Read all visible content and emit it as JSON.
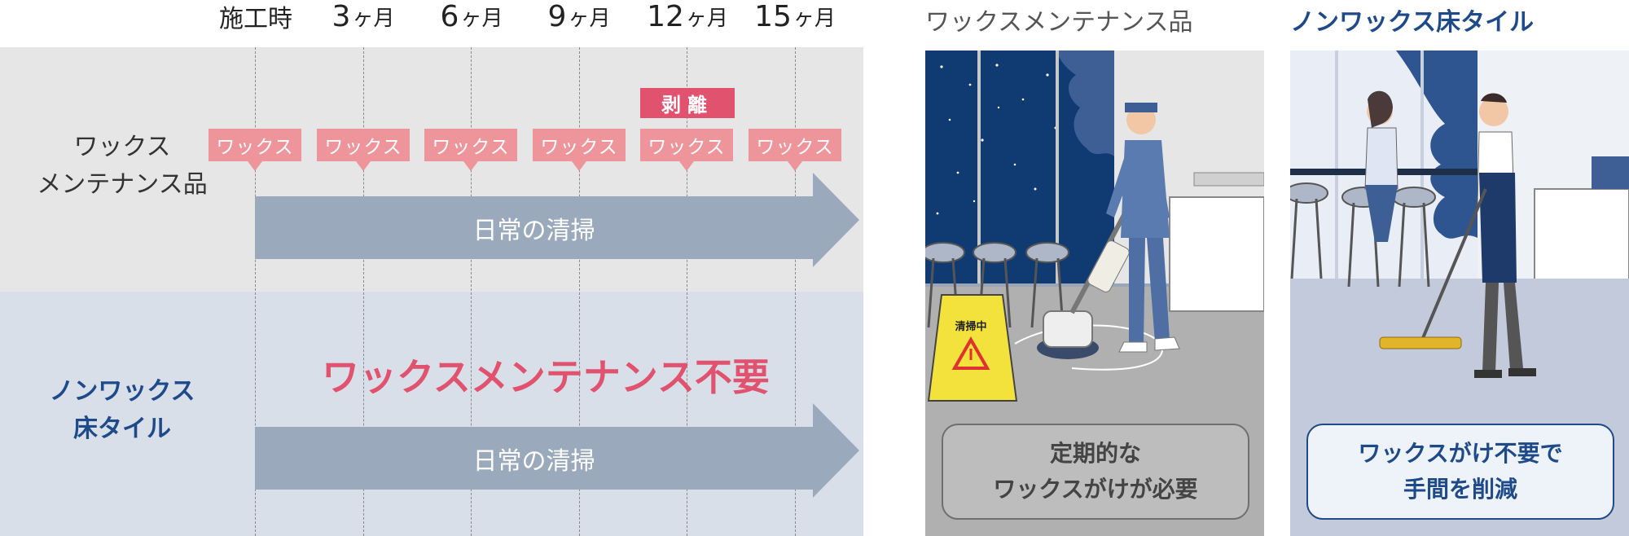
{
  "timeline": {
    "headers": [
      {
        "num": "",
        "unit": "施工時"
      },
      {
        "num": "3",
        "unit": "ヶ月"
      },
      {
        "num": "6",
        "unit": "ヶ月"
      },
      {
        "num": "9",
        "unit": "ヶ月"
      },
      {
        "num": "12",
        "unit": "ヶ月"
      },
      {
        "num": "15",
        "unit": "ヶ月"
      }
    ]
  },
  "wax_row": {
    "label_line1": "ワックス",
    "label_line2": "メンテナンス品",
    "wax_tag": "ワックス",
    "strip_tag": "剥離",
    "arrow_text": "日常の清掃"
  },
  "nowax_row": {
    "label_line1": "ノンワックス",
    "label_line2": "床タイル",
    "big_text": "ワックスメンテナンス不要",
    "arrow_text": "日常の清掃"
  },
  "panel_wax": {
    "title": "ワックスメンテナンス品",
    "sign_text": "清掃中",
    "caption_line1": "定期的な",
    "caption_line2": "ワックスがけが必要"
  },
  "panel_nowax": {
    "title": "ノンワックス床タイル",
    "caption_line1": "ワックスがけ不要で",
    "caption_line2": "手間を削減"
  },
  "colors": {
    "wax_tag": "#ee949b",
    "strip_tag": "#e0526e",
    "arrow": "#9ba9bc",
    "nowax_accent": "#1e4a8a",
    "band_wax": "#e6e6e6",
    "band_nowax": "#d9dfe9"
  }
}
